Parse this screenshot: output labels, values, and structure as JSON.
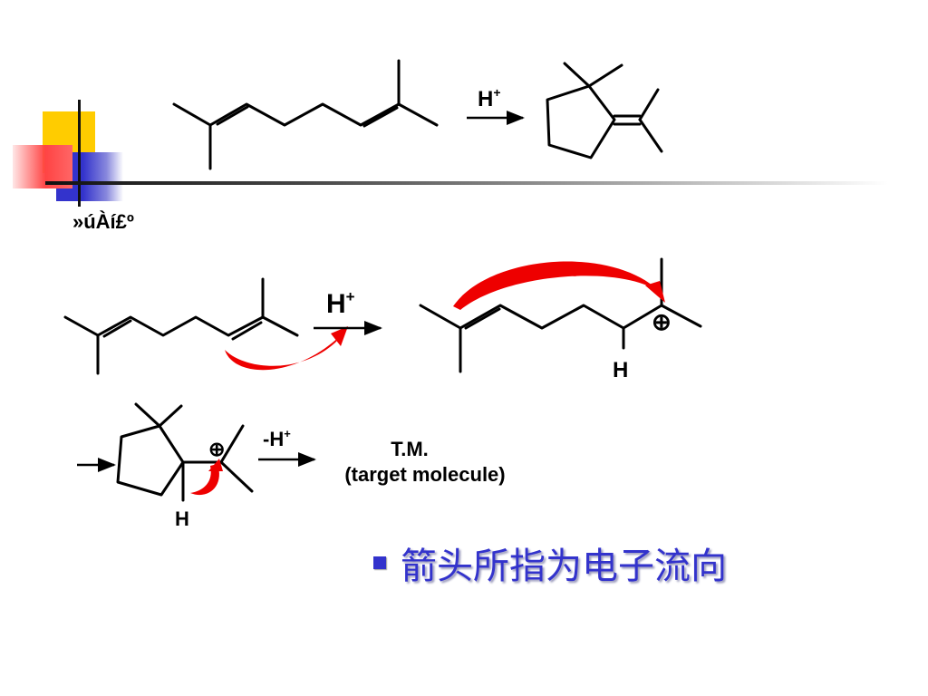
{
  "slide": {
    "garbled_label": "»úÀí£º",
    "bullet_text": "箭头所指为电子流向",
    "accent_colors": {
      "yellow": "#ffcc00",
      "blue": "#3333cc",
      "red": "#ff3333",
      "arrow_red": "#ee0000"
    }
  },
  "reaction1": {
    "reagent": "H",
    "reagent_sup": "+"
  },
  "reaction2": {
    "reagent": "H",
    "reagent_sup": "+",
    "proton_label": "H",
    "cation_symbol": "⊕"
  },
  "reaction3": {
    "reagent": "-H",
    "reagent_sup": "+",
    "proton_label": "H",
    "cation_symbol": "⊕",
    "product_line1": "T.M.",
    "product_line2": "(target molecule)"
  }
}
